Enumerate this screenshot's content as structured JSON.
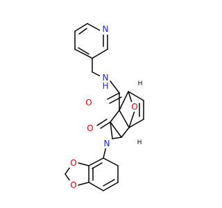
{
  "atoms": {
    "pyridine_n": "N",
    "amide_nh": "N",
    "amide_h": "H",
    "amide_o": "O",
    "bridge_o": "O",
    "lactam_o": "O",
    "ring_n": "N",
    "dioxole_o_top": "O",
    "dioxole_o_bottom": "O"
  },
  "stereo_labels": {
    "top": "H",
    "bottom": "H"
  },
  "colors": {
    "bond": "#000000",
    "nitrogen": "#1c1cf0",
    "oxygen": "#e00000",
    "background": "#ffffff"
  }
}
